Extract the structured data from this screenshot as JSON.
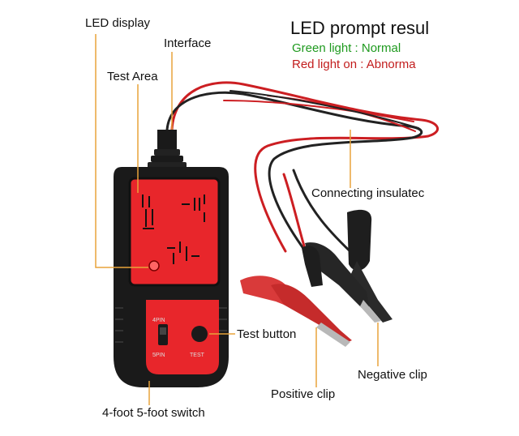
{
  "legend": {
    "title": "LED prompt resul",
    "green_text": "Green light : Normal",
    "red_text": "Red light on : Abnorma"
  },
  "labels": {
    "led_display": "LED display",
    "interface": "Interface",
    "test_area": "Test Area",
    "connecting": "Connecting insulatec",
    "test_button": "Test button",
    "negative_clip": "Negative clip",
    "positive_clip": "Positive clip",
    "switch": "4-foot 5-foot switch"
  },
  "device": {
    "pin4": "4PIN",
    "pin5": "5PIN",
    "test": "TEST"
  },
  "colors": {
    "leader": "#e8a33a",
    "green": "#1f9a1f",
    "red": "#c21d1d",
    "device_red": "#e8262b",
    "device_black": "#1a1a1a"
  }
}
